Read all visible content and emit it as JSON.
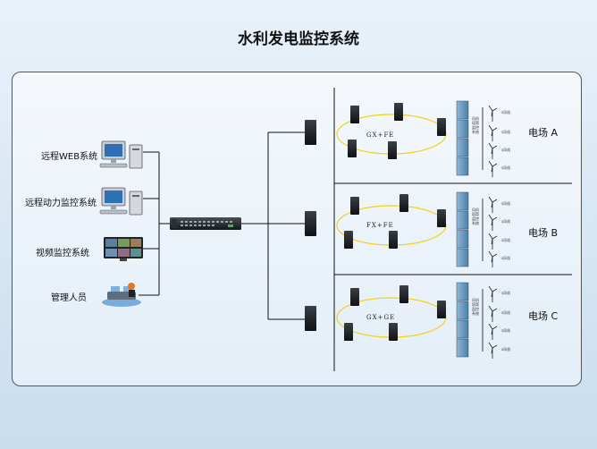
{
  "title": "水利发电监控系统",
  "clients": [
    {
      "label": "远程WEB系统",
      "icon": "desktop-computer-icon"
    },
    {
      "label": "远程动力监控系统",
      "icon": "desktop-computer-icon"
    },
    {
      "label": "视频监控系统",
      "icon": "video-monitor-icon"
    },
    {
      "label": "管理人员",
      "icon": "operator-console-icon"
    }
  ],
  "core_switch": {
    "icon": "rack-switch-icon"
  },
  "fields": [
    {
      "label": "电场 A",
      "ring_label": "GX+FE",
      "turbine_labels": [
        "s风机",
        "s风机",
        "s风机",
        "s风机"
      ]
    },
    {
      "label": "电场 B",
      "ring_label": "FX+FE",
      "turbine_labels": [
        "s风机",
        "s风机",
        "s风机",
        "s风机"
      ]
    },
    {
      "label": "电场 C",
      "ring_label": "GX+GE",
      "turbine_labels": [
        "s风机",
        "s风机",
        "s风机",
        "s风机"
      ]
    }
  ],
  "cabinet_note": "风机塔筒监控系统",
  "colors": {
    "line": "#111111",
    "ring": "#f2d21a",
    "background": "#dbe8f5"
  }
}
